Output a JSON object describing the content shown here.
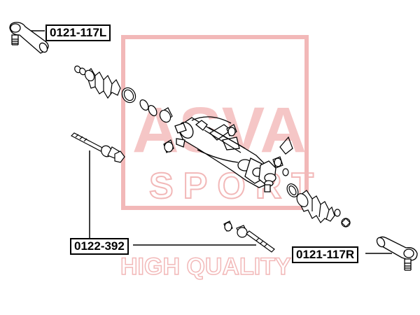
{
  "callouts": {
    "tie_rod_end_left": "0121-117L",
    "tie_rod_end_right": "0121-117R",
    "inner_tie_rod": "0122-392"
  },
  "watermark": {
    "brand_letters": "ASVA",
    "sub": "SPORT",
    "tagline": "HIGH QUALITY",
    "color": "#f2b8b8"
  },
  "colors": {
    "line": "#000000",
    "background": "#ffffff"
  }
}
